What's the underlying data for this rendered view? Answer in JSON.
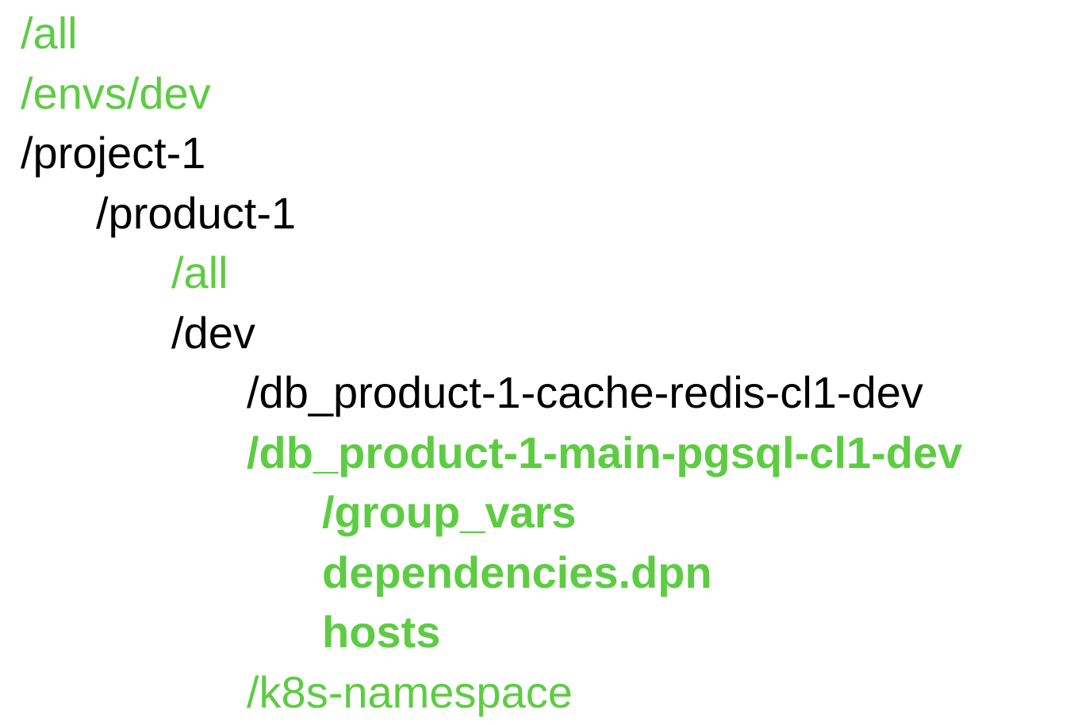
{
  "colors": {
    "highlight": "#5dcc43",
    "default": "#000000"
  },
  "tree": [
    {
      "text": "/all",
      "depth": 0,
      "color": "green",
      "bold": false
    },
    {
      "text": "/envs/dev",
      "depth": 0,
      "color": "green",
      "bold": false
    },
    {
      "text": "/project-1",
      "depth": 0,
      "color": "black",
      "bold": false
    },
    {
      "text": "/product-1",
      "depth": 1,
      "color": "black",
      "bold": false
    },
    {
      "text": "/all",
      "depth": 2,
      "color": "green",
      "bold": false
    },
    {
      "text": "/dev",
      "depth": 2,
      "color": "black",
      "bold": false
    },
    {
      "text": "/db_product-1-cache-redis-cl1-dev",
      "depth": 3,
      "color": "black",
      "bold": false
    },
    {
      "text": "/db_product-1-main-pgsql-cl1-dev",
      "depth": 3,
      "color": "green",
      "bold": true
    },
    {
      "text": "/group_vars",
      "depth": 4,
      "color": "green",
      "bold": true
    },
    {
      "text": "dependencies.dpn",
      "depth": 4,
      "color": "green",
      "bold": true
    },
    {
      "text": "hosts",
      "depth": 4,
      "color": "green",
      "bold": true
    },
    {
      "text": "/k8s-namespace",
      "depth": 3,
      "color": "green",
      "bold": false
    }
  ]
}
